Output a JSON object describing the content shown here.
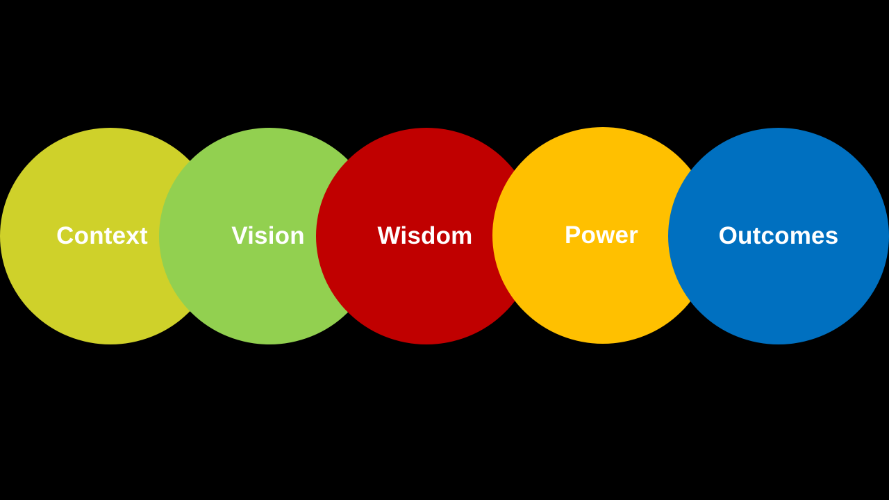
{
  "diagram": {
    "items": [
      {
        "label": "Context",
        "color": "#cfd12a"
      },
      {
        "label": "Vision",
        "color": "#92d050"
      },
      {
        "label": "Wisdom",
        "color": "#c00000"
      },
      {
        "label": "Power",
        "color": "#ffc000"
      },
      {
        "label": "Outcomes",
        "color": "#0070c0"
      }
    ]
  }
}
